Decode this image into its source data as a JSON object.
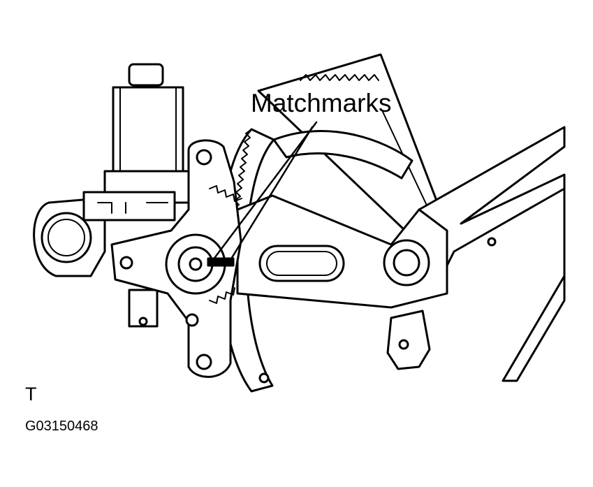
{
  "labels": {
    "callout": "Matchmarks",
    "view_letter": "T",
    "figure_code": "G03150468"
  },
  "colors": {
    "ink": "#000000",
    "paper": "#ffffff"
  }
}
